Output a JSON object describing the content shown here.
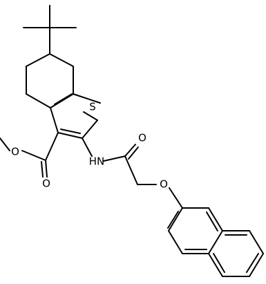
{
  "atoms": {
    "sulfur": "S",
    "ester_carbonyl_oxygen": "O",
    "ester_ether_oxygen": "O",
    "amide_nitrogen": "HN",
    "amide_carbonyl_oxygen": "O",
    "ether_oxygen": "O"
  },
  "colors": {
    "bond": "#000000",
    "label": "#000000",
    "background": "#ffffff"
  }
}
